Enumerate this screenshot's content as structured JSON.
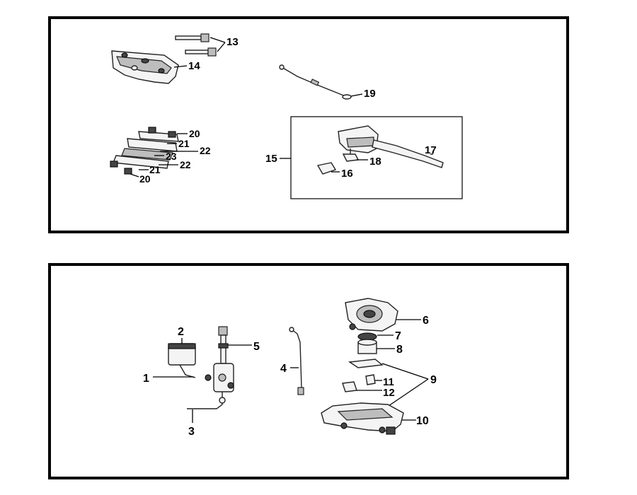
{
  "top_panel": {
    "callouts": [
      {
        "id": "c13",
        "text": "13"
      },
      {
        "id": "c14",
        "text": "14"
      },
      {
        "id": "c19",
        "text": "19"
      },
      {
        "id": "c20a",
        "text": "20"
      },
      {
        "id": "c21a",
        "text": "21"
      },
      {
        "id": "c22a",
        "text": "22"
      },
      {
        "id": "c23",
        "text": "23"
      },
      {
        "id": "c22b",
        "text": "22"
      },
      {
        "id": "c21b",
        "text": "21"
      },
      {
        "id": "c20b",
        "text": "20"
      },
      {
        "id": "c15",
        "text": "15"
      },
      {
        "id": "c17",
        "text": "17"
      },
      {
        "id": "c18",
        "text": "18"
      },
      {
        "id": "c16",
        "text": "16"
      }
    ]
  },
  "bottom_panel": {
    "callouts": [
      {
        "id": "c2",
        "text": "2"
      },
      {
        "id": "c5",
        "text": "5"
      },
      {
        "id": "c1",
        "text": "1"
      },
      {
        "id": "c3",
        "text": "3"
      },
      {
        "id": "c4",
        "text": "4"
      },
      {
        "id": "c6",
        "text": "6"
      },
      {
        "id": "c7",
        "text": "7"
      },
      {
        "id": "c8",
        "text": "8"
      },
      {
        "id": "c9",
        "text": "9"
      },
      {
        "id": "c11",
        "text": "11"
      },
      {
        "id": "c12",
        "text": "12"
      },
      {
        "id": "c10",
        "text": "10"
      }
    ]
  }
}
